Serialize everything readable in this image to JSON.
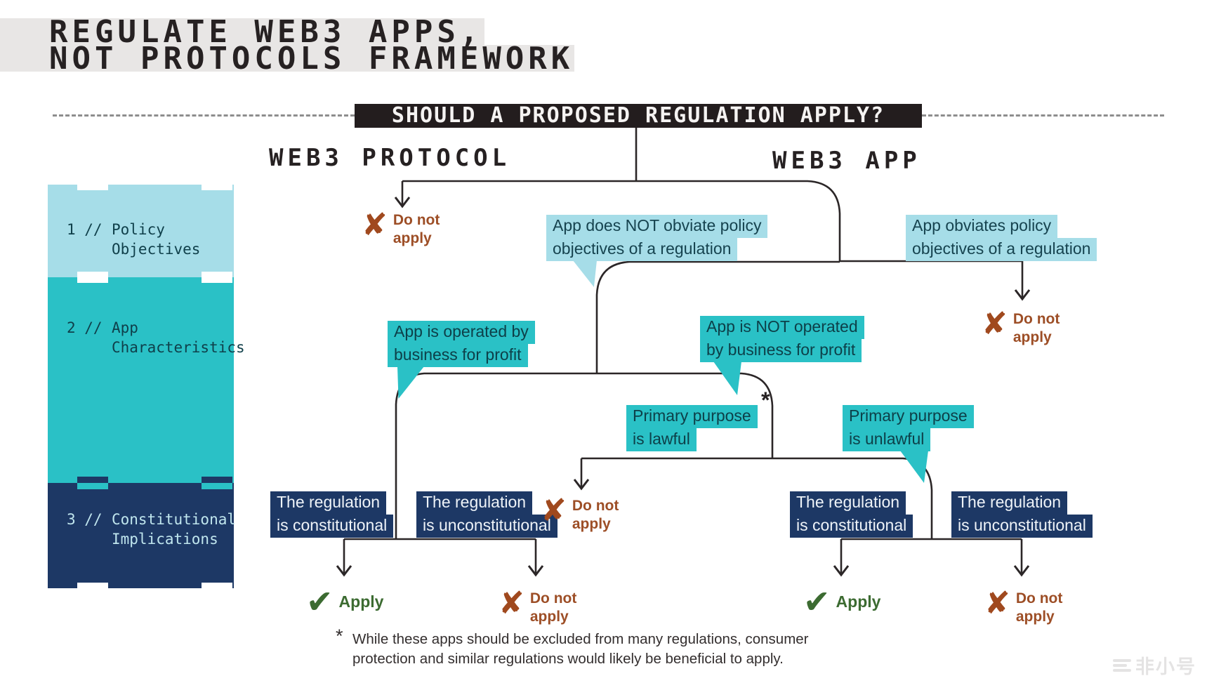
{
  "title": {
    "line1": "REGULATE WEB3 APPS,",
    "line2": "NOT PROTOCOLS FRAMEWORK"
  },
  "question": "SHOULD A PROPOSED REGULATION APPLY?",
  "columns": {
    "left": "WEB3 PROTOCOL",
    "right": "WEB3 APP"
  },
  "sidebar": {
    "stages": [
      {
        "num": "1 //",
        "line1": "Policy",
        "line2": "Objectives",
        "color": "#a6dde8"
      },
      {
        "num": "2 //",
        "line1": "App",
        "line2": "Characteristics",
        "color": "#2ac1c6"
      },
      {
        "num": "3 //",
        "line1": "Constitutional",
        "line2": "Implications",
        "color": "#1d3865"
      }
    ]
  },
  "nodes": {
    "not_obviate": {
      "line1": "App does NOT obviate policy",
      "line2": "objectives of a regulation"
    },
    "obviate": {
      "line1": "App obviates policy",
      "line2": "objectives of a regulation"
    },
    "for_profit": {
      "line1": "App is operated by",
      "line2": "business for profit"
    },
    "not_for_profit": {
      "line1": "App is NOT operated",
      "line2": "by business for profit"
    },
    "lawful": {
      "line1": "Primary purpose",
      "line2": "is lawful",
      "asterisk": "*"
    },
    "unlawful": {
      "line1": "Primary purpose",
      "line2": "is unlawful"
    },
    "const_left": {
      "line1": "The regulation",
      "line2": "is constitutional"
    },
    "unconst_left": {
      "line1": "The regulation",
      "line2": "is unconstitutional"
    },
    "const_right": {
      "line1": "The regulation",
      "line2": "is constitutional"
    },
    "unconst_right": {
      "line1": "The regulation",
      "line2": "is unconstitutional"
    }
  },
  "outcomes": {
    "apply_label": "Apply",
    "do_not_line1": "Do not",
    "do_not_line2": "apply",
    "check_glyph": "✔",
    "x_glyph": "✘"
  },
  "footnote": {
    "marker": "*",
    "line1": "While these apps should be excluded from many regulations, consumer",
    "line2": "protection and similar regulations would likely be beneficial to apply."
  },
  "watermark": "非小号",
  "colors": {
    "pale_cyan": "#a6dde8",
    "teal": "#2ac1c6",
    "navy": "#1d3865",
    "rust_x": "#a0491e",
    "rust_text": "#9d4e26",
    "green": "#3c6b31",
    "line": "#2b2627",
    "title_stripe": "#e8e6e5",
    "question_bg": "#231d1e"
  }
}
